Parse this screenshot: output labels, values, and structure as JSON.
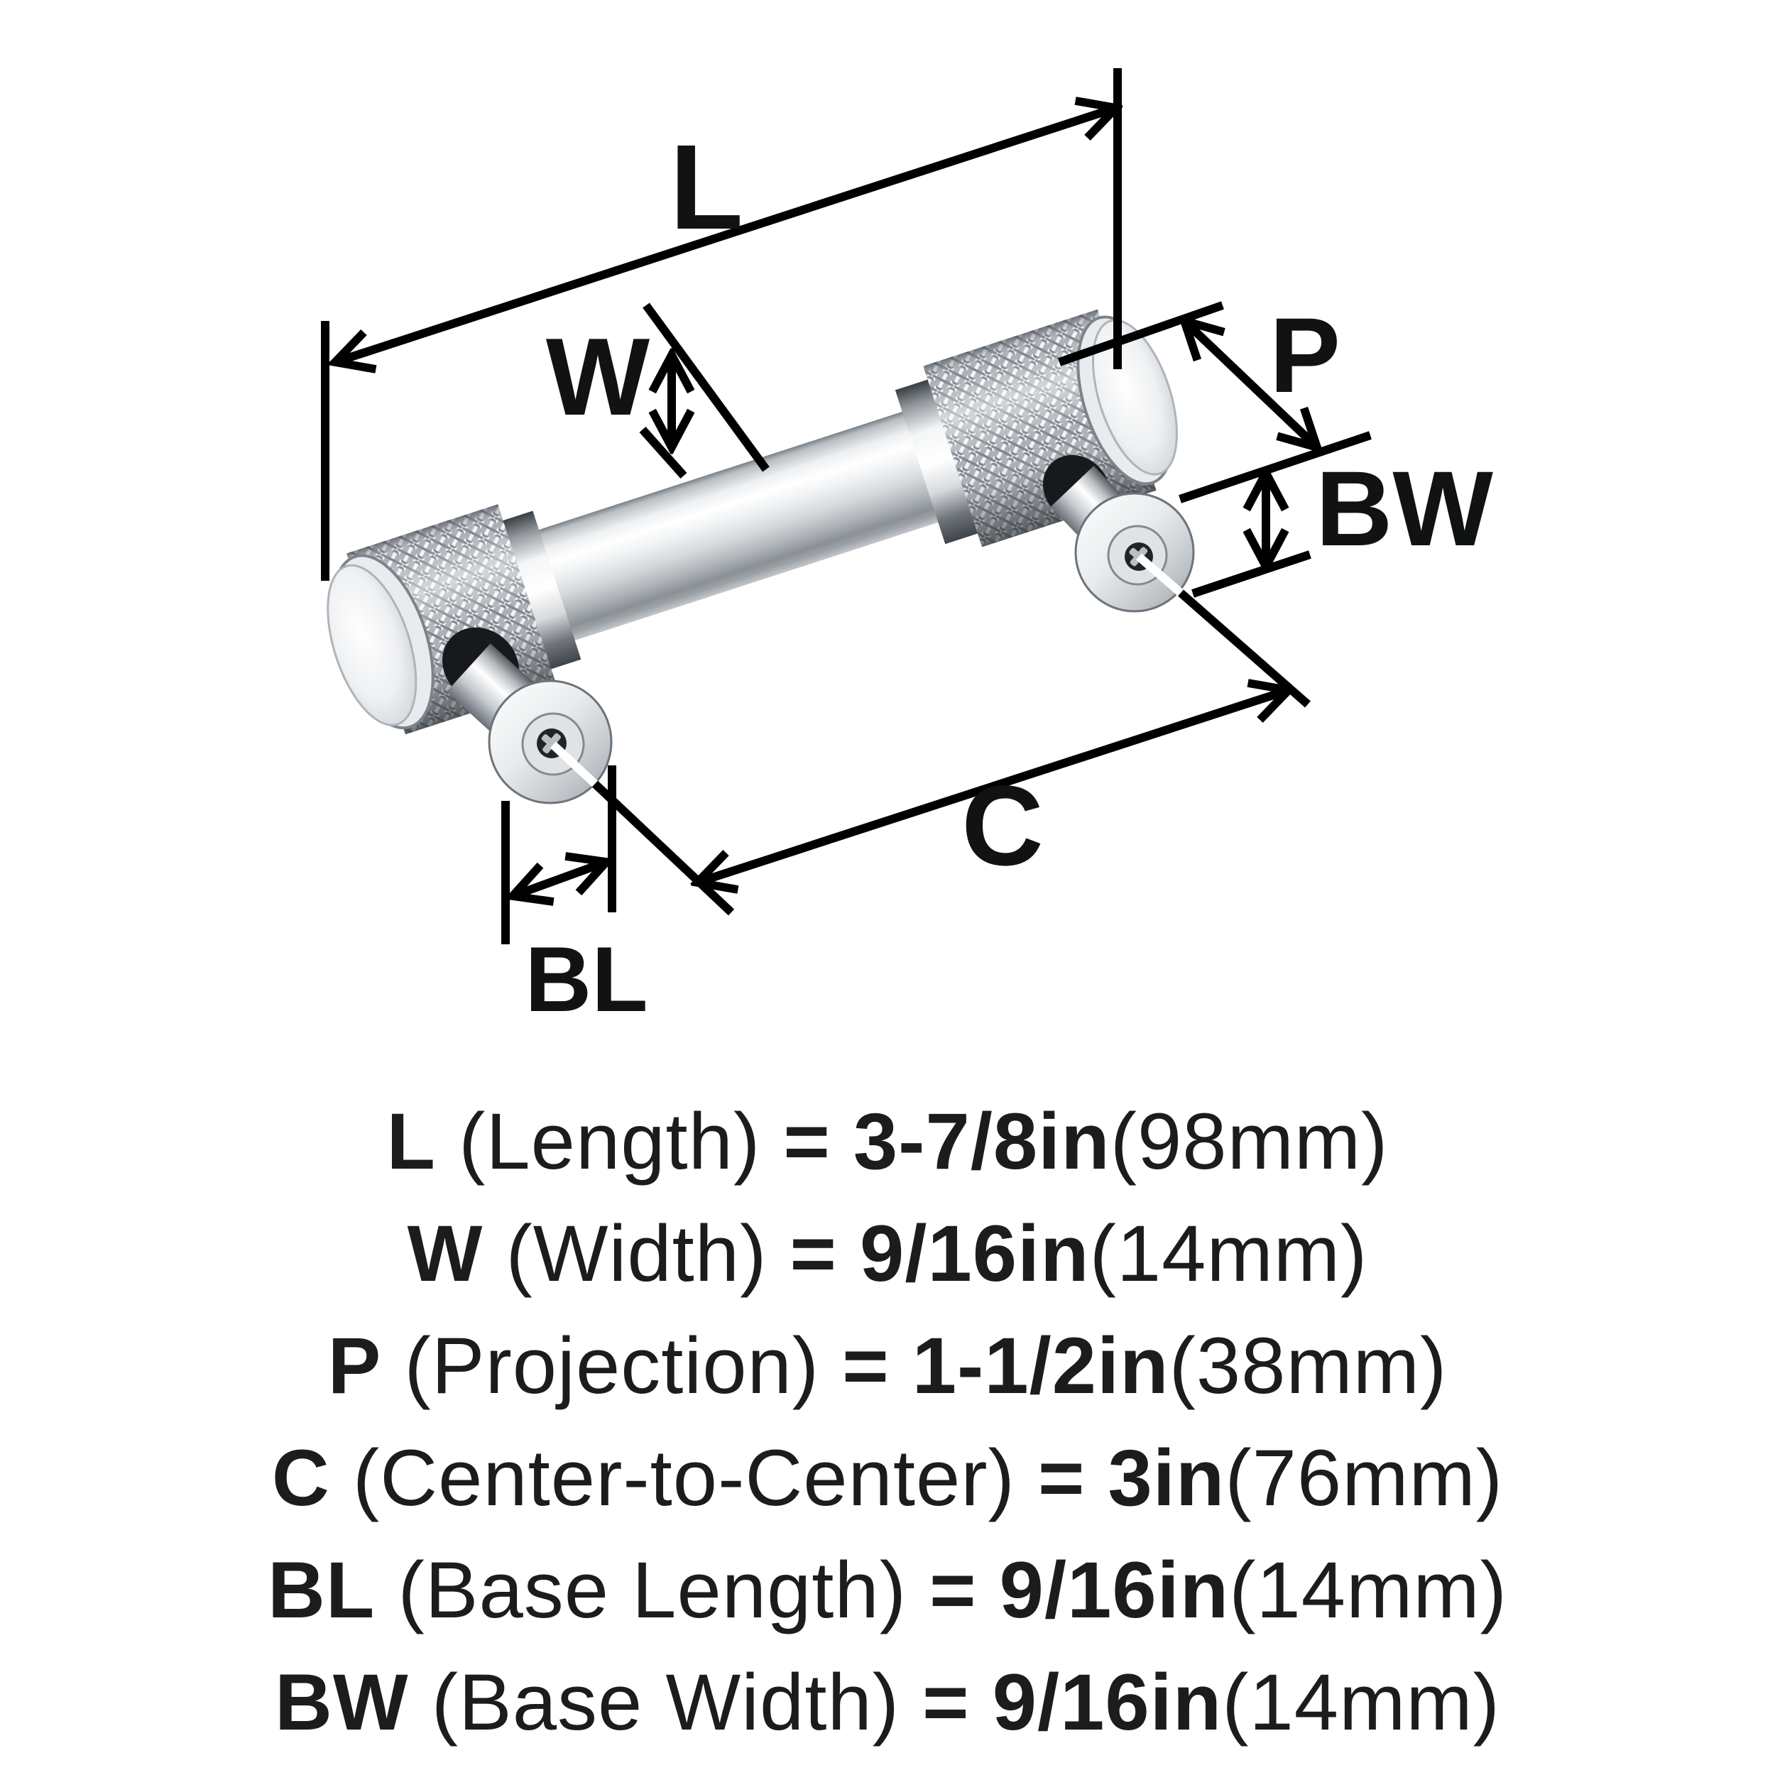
{
  "diagram": {
    "labels": {
      "length": "L",
      "width": "W",
      "projection": "P",
      "center_to_center": "C",
      "base_length": "BL",
      "base_width": "BW"
    }
  },
  "specs": {
    "eq": "=",
    "rows": [
      {
        "label": "L",
        "desc": "(Length)",
        "value": "3-7/8in",
        "metric": "(98mm)"
      },
      {
        "label": "W",
        "desc": "(Width)",
        "value": "9/16in",
        "metric": "(14mm)"
      },
      {
        "label": "P",
        "desc": "(Projection)",
        "value": "1-1/2in",
        "metric": "(38mm)"
      },
      {
        "label": "C",
        "desc": "(Center-to-Center)",
        "value": "3in",
        "metric": "(76mm)"
      },
      {
        "label": "BL",
        "desc": "(Base Length)",
        "value": "9/16in",
        "metric": "(14mm)"
      },
      {
        "label": "BW",
        "desc": "(Base Width)",
        "value": "9/16in",
        "metric": "(14mm)"
      }
    ]
  },
  "colors": {
    "background": "#ffffff",
    "line": "#000000",
    "text": "#1c1c1c",
    "metal_highlight": "#ffffff",
    "metal_mid": "#d6dade",
    "metal_shadow": "#7a8085",
    "hole_dark": "#17191c"
  }
}
